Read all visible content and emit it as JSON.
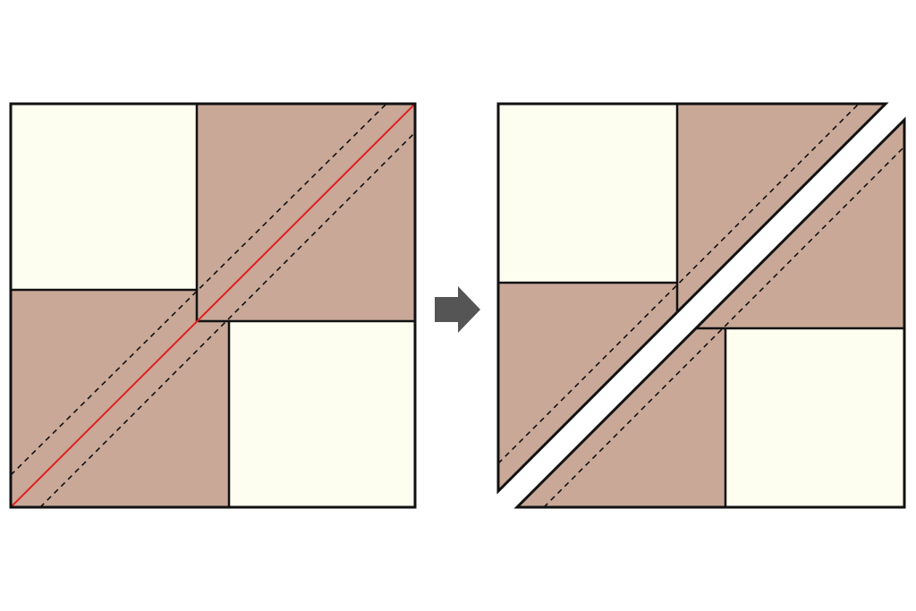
{
  "diagram": {
    "description_visible_text": [],
    "colors": {
      "background": "#ffffff",
      "light_fabric": "#fdfdf0",
      "dark_fabric": "#c9a898",
      "outline": "#111111",
      "cut_line": "#e02020",
      "sew_line": "#111111",
      "arrow": "#555555"
    },
    "before_block": {
      "squares": [
        "light",
        "dark",
        "dark",
        "light"
      ],
      "sewing_lines": 2,
      "cut_lines": 1
    },
    "arrow": {
      "icon": "right-arrow-icon"
    },
    "after_block": {
      "pieces": 2,
      "sewing_lines_per_piece": 1
    }
  }
}
